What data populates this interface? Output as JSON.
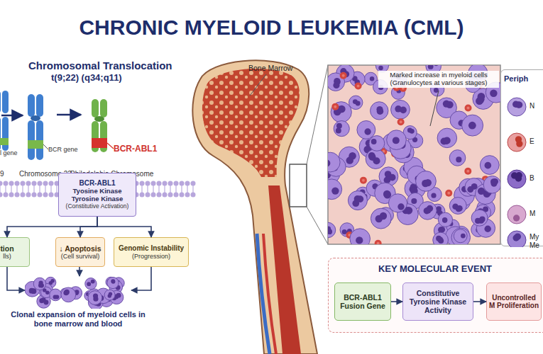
{
  "diagram": {
    "title": "CHRONIC MYELOID LEUKEMIA (CML)",
    "nodes": [
      {
        "text": [
          "BCR-ABL1",
          "Tyosine Kinase",
          "Tyrosine Kinase",
          "(Constitutive Activation)"
        ]
      },
      {
        "text": [
          "tion",
          "lls)"
        ]
      },
      {
        "text": [
          "↓ Apoptosis",
          "(Cell survival)"
        ]
      },
      {
        "text": [
          "Genomic Instability",
          "(Progression)"
        ]
      },
      {
        "text": [
          "Clonal expansion of myeloid cells in bone marrow and blood"
        ]
      },
      {
        "text": [
          "Periph",
          "N",
          "E",
          "B",
          "M",
          "My Me"
        ]
      },
      {
        "text": [
          "KEY MOLECULAR EVENT"
        ]
      },
      {
        "text": [
          "BCR-ABL1 Fusion Gene"
        ],
        "in": 6
      },
      {
        "text": [
          "Constitutive Tyrosine Kinase Activity"
        ],
        "in": 6
      },
      {
        "text": [
          "Uncontrolled M Proliferation"
        ],
        "in": 6
      }
    ],
    "edges": [
      {
        "from": 0,
        "to": 1,
        "arrow": "to"
      },
      {
        "from": 0,
        "to": 2,
        "arrow": "to"
      },
      {
        "from": 0,
        "to": 3,
        "arrow": "to"
      },
      {
        "from": 1,
        "to": 4,
        "arrow": "to"
      },
      {
        "from": 2,
        "to": 4,
        "arrow": "to"
      },
      {
        "from": 3,
        "to": 4,
        "arrow": "to"
      },
      {
        "from": 7,
        "to": 8,
        "arrow": "to"
      },
      {
        "from": 8,
        "to": 9,
        "arrow": "to"
      }
    ],
    "labels": [
      "Chromosomal Translocation",
      "t(9;22) (q34;q11)",
      "l gene",
      "BCR gene",
      "9",
      "Chromosome 22",
      "BCR-ABL1",
      "Philadelphia Chromosome",
      "Bone Marrow",
      "Marked increase in myeloid cells (Granulocytes at various stages)"
    ]
  }
}
